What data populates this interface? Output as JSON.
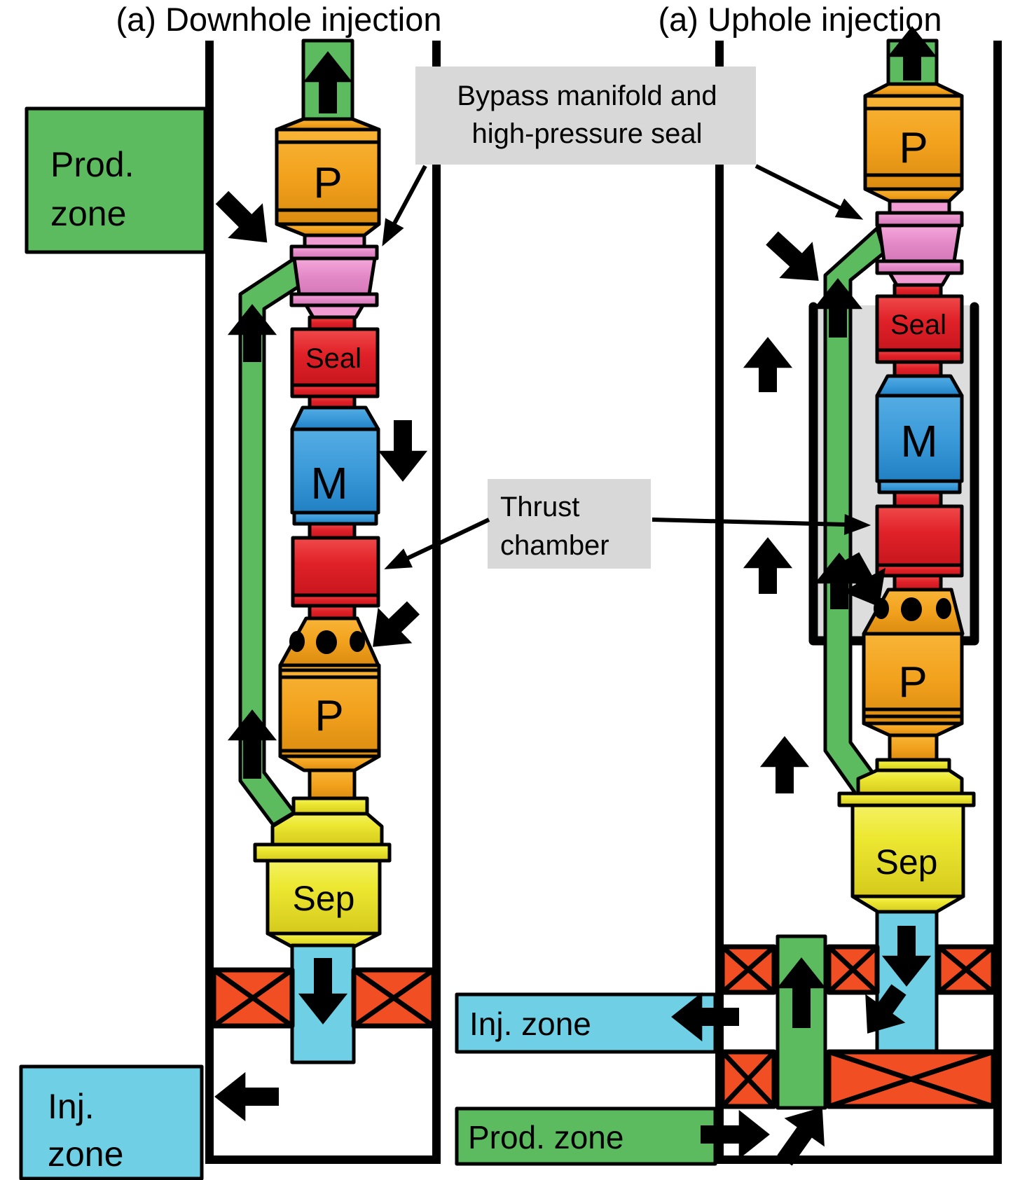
{
  "palette": {
    "green": "#5CBB5E",
    "cyan": "#6FCFE4",
    "orange": "#F2A21D",
    "yellow": "#EDE832",
    "red": "#E02128",
    "blue": "#3B9AD9",
    "pink": "#E389C7",
    "pink_light": "#F09BD2",
    "packer_orange": "#F14E23",
    "label_gray": "#D8D8D8",
    "shroud_gray": "#DDDDDD",
    "ink": "#000000"
  },
  "callouts": {
    "bypass_line1": "Bypass manifold and",
    "bypass_line2": "high-pressure seal",
    "thrust_line1": "Thrust",
    "thrust_line2": "chamber"
  },
  "left": {
    "title": "(a) Downhole injection",
    "prod_zone_line1": "Prod.",
    "prod_zone_line2": "zone",
    "inj_zone_line1": "Inj.",
    "inj_zone_line2": "zone",
    "labels": {
      "pump_upper": "P",
      "seal": "Seal",
      "motor": "M",
      "pump_lower": "P",
      "separator": "Sep"
    }
  },
  "right": {
    "title": "(a) Uphole injection",
    "inj_zone": "Inj. zone",
    "prod_zone": "Prod. zone",
    "labels": {
      "pump_upper": "P",
      "seal": "Seal",
      "motor": "M",
      "pump_lower": "P",
      "separator": "Sep"
    }
  }
}
